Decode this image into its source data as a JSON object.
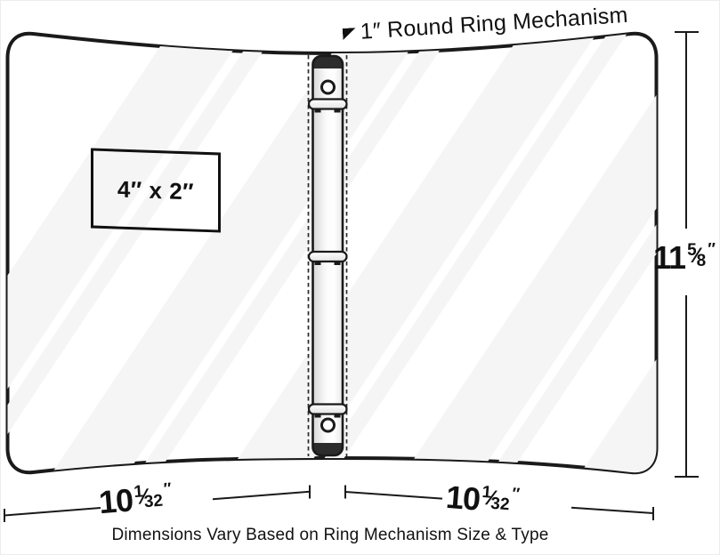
{
  "diagram": {
    "ring_label": "1″ Round Ring Mechanism",
    "pocket_label": "4″ x 2″",
    "caption": "Dimensions Vary Based on Ring Mechanism Size & Type",
    "width_left": {
      "whole": "10",
      "num": "1",
      "slash": "⁄",
      "den": "32",
      "unit": "″"
    },
    "width_right": {
      "whole": "10",
      "num": "1",
      "slash": "⁄",
      "den": "32",
      "unit": "″"
    },
    "height": {
      "whole": "11",
      "num": "5",
      "slash": "⁄",
      "den": "8",
      "unit": "″"
    },
    "colors": {
      "line": "#1a1a1a",
      "stripe": "#f5f5f5",
      "cap": "#2c2c2c",
      "dash": "#2a2a2a"
    }
  }
}
